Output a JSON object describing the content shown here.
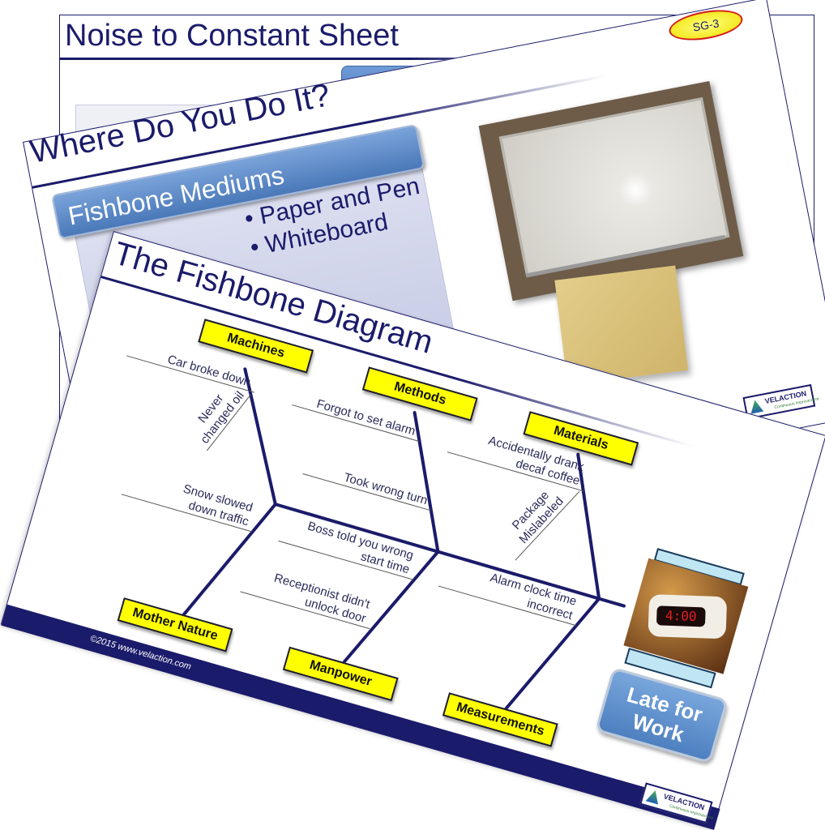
{
  "slides": {
    "noise": {
      "title": "Noise to Constant Sheet",
      "badge": "SG-3"
    },
    "where": {
      "title": "Where Do You Do It?",
      "section_header": "Fishbone Mediums",
      "bullets": [
        "Paper and Pen",
        "Whiteboard"
      ],
      "logo": {
        "name": "VELACTION",
        "tagline": "Continuous Improvement"
      }
    },
    "fishbone": {
      "title": "The Fishbone Diagram",
      "categories": {
        "machines": "Machines",
        "methods": "Methods",
        "materials": "Materials",
        "mother_nature": "Mother Nature",
        "manpower": "Manpower",
        "measurements": "Measurements"
      },
      "causes": {
        "car": "Car broke down",
        "oil": "Never\nchanged oil",
        "snow": "Snow slowed\ndown traffic",
        "alarm_set": "Forgot to set alarm",
        "turn": "Took wrong turn",
        "boss": "Boss told you wrong\nstart time",
        "receptionist": "Receptionist  didn't\nunlock door",
        "decaf": "Accidentally drank\ndecaf coffee",
        "package": "Package\nMislabeled",
        "clock": "Alarm clock time\nincorrect"
      },
      "clock_display": "4:00",
      "effect": "Late for\nWork",
      "footer": "©2015 www.velaction.com",
      "logo": {
        "name": "VELACTION",
        "tagline": "Continuous Improvement"
      }
    }
  },
  "colors": {
    "navy": "#1b1b6b",
    "category_fill": "#ffff00",
    "header_blue": "#4f81bd"
  }
}
